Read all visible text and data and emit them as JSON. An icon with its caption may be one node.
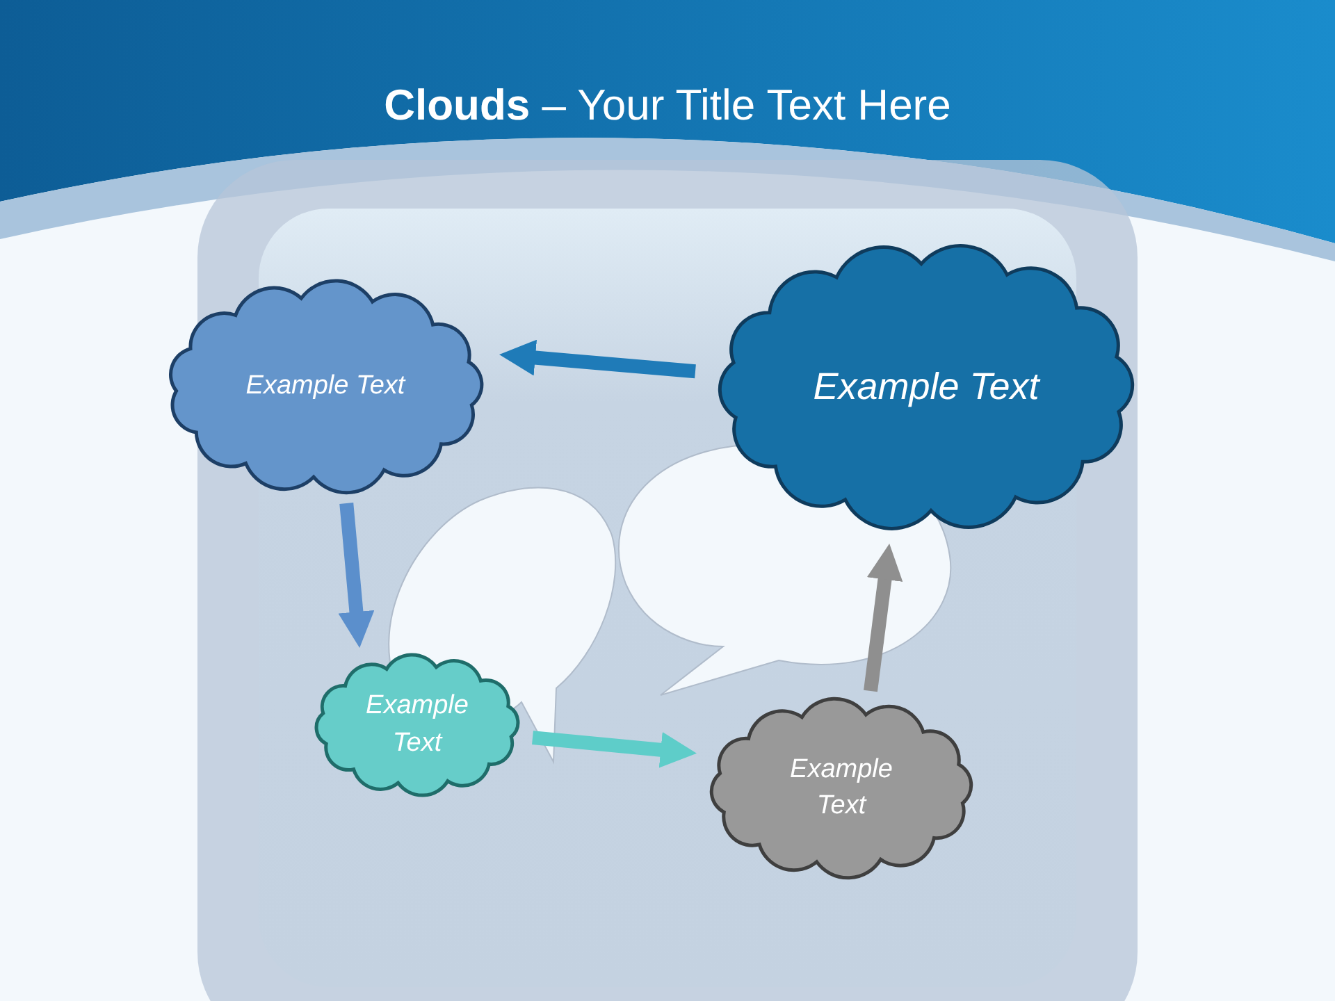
{
  "diagram": {
    "title": "**Clouds** – Your Title Text Here",
    "nodes": [
      {
        "text": [
          "Example Text"
        ]
      },
      {
        "text": [
          "Example Text"
        ]
      },
      {
        "text": [
          "Example Text"
        ]
      },
      {
        "text": [
          "Example Text"
        ]
      }
    ],
    "edges": [
      {
        "from": 1,
        "to": 0,
        "arrow": "to",
        "color": "#1f7bb8"
      },
      {
        "from": 0,
        "to": 2,
        "arrow": "to",
        "color": "#5b8fcc"
      },
      {
        "from": 2,
        "to": 3,
        "arrow": "to",
        "color": "#5ecdc9"
      },
      {
        "from": 3,
        "to": 1,
        "arrow": "to",
        "color": "#8f8f8f"
      }
    ]
  }
}
